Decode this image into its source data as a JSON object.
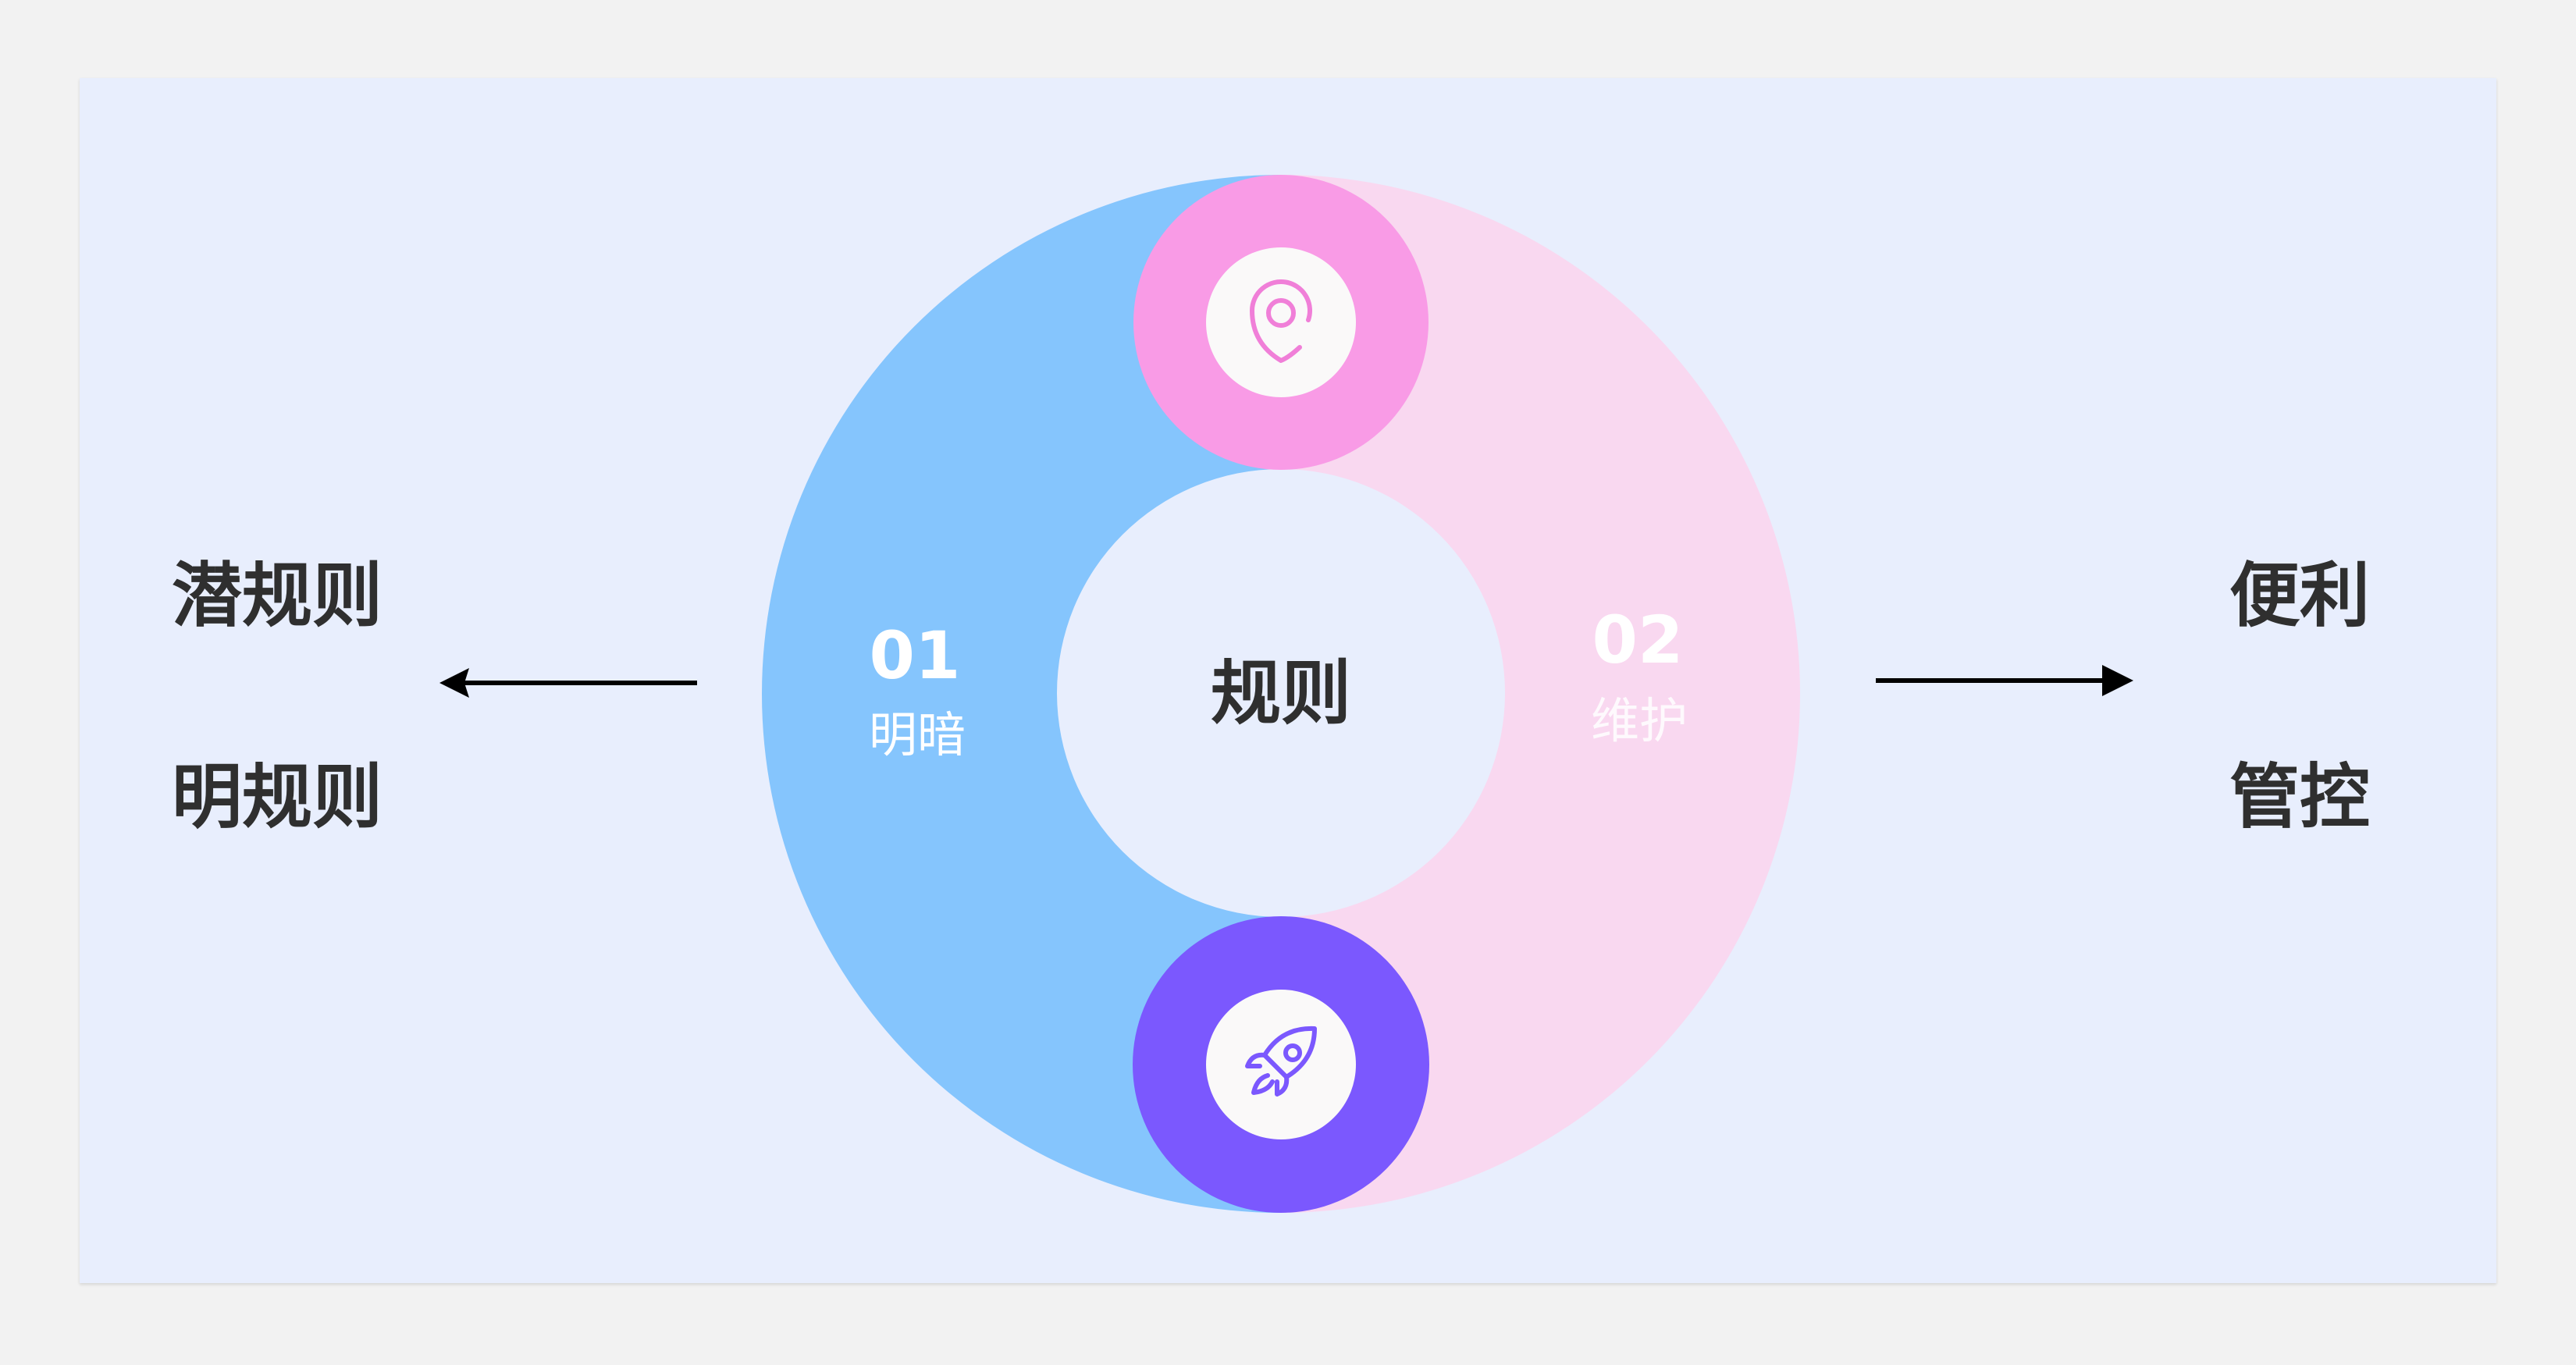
{
  "diagram": {
    "center_label": "规则",
    "left_segment": {
      "number": "01",
      "label": "明暗"
    },
    "right_segment": {
      "number": "02",
      "label": "维护"
    },
    "left_items": [
      "潜规则",
      "明规则"
    ],
    "right_items": [
      "便利",
      "管控"
    ],
    "icons": {
      "top": "location-pin-icon",
      "bottom": "rocket-icon"
    }
  },
  "colors": {
    "background": "#f2f2f2",
    "card": "#e8eefd",
    "left_segment": "#85c5fd",
    "right_segment": "#f9d8f0",
    "top_circle": "#f99be6",
    "bottom_circle": "#7b58fe",
    "icon_circle": "#faf9f9",
    "arrow": "#000000",
    "text_dark": "#2f2f2f",
    "text_light": "#ffffff"
  }
}
